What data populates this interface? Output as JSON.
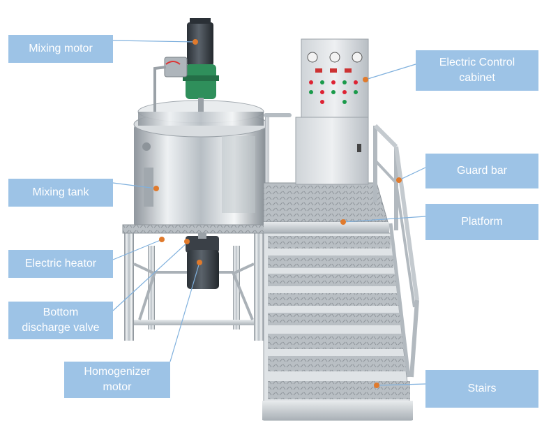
{
  "labels": {
    "mixing_motor": "Mixing motor",
    "mixing_tank": "Mixing tank",
    "electric_heator": "Electric heator",
    "bottom_discharge_valve": "Bottom\ndischarge valve",
    "homogenizer_motor": "Homogenizer\nmotor",
    "electric_control_cabinet": "Electric Control\ncabinet",
    "guard_bar": "Guard bar",
    "platform": "Platform",
    "stairs": "Stairs"
  },
  "colors": {
    "callout_fill": "#9dc3e6",
    "callout_text": "#ffffff",
    "leader_line": "#7fb0dd",
    "marker": "#e07a2c",
    "steel": "#c9ced3",
    "motor_dark": "#3a4047",
    "gearbox_green": "#2f8f5b"
  }
}
